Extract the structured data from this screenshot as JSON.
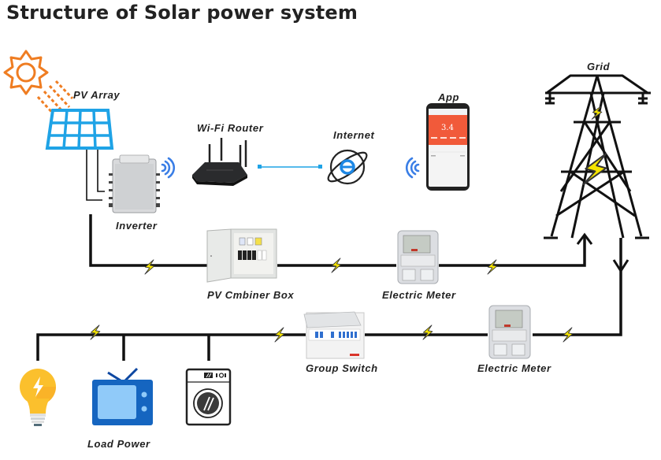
{
  "title": "Structure of Solar power system",
  "labels": {
    "pv_array": "PV Array",
    "inverter": "Inverter",
    "wifi_router": "Wi-Fi Router",
    "internet": "Internet",
    "app": "App",
    "grid": "Grid",
    "combiner_box": "PV Cmbiner Box",
    "meter_top": "Electric Meter",
    "group_switch": "Group Switch",
    "meter_bottom": "Electric Meter",
    "load_power": "Load Power"
  },
  "app_screen": {
    "value": "3.4"
  },
  "colors": {
    "sun": "#ef7d22",
    "panel": "#1fa3e6",
    "wire": "#111111",
    "bolt": "#f5e400",
    "wifi": "#3a7ee6",
    "app_header": "#f15a3a",
    "tv": "#1565c0",
    "bulb": "#fbc02d"
  },
  "nodes": [
    {
      "id": "sun",
      "name": "Sun"
    },
    {
      "id": "pv_array",
      "name": "PV Array"
    },
    {
      "id": "inverter",
      "name": "Inverter"
    },
    {
      "id": "wifi_router",
      "name": "Wi-Fi Router"
    },
    {
      "id": "internet",
      "name": "Internet"
    },
    {
      "id": "app",
      "name": "App"
    },
    {
      "id": "grid",
      "name": "Grid"
    },
    {
      "id": "combiner_box",
      "name": "PV Cmbiner Box"
    },
    {
      "id": "meter_top",
      "name": "Electric Meter"
    },
    {
      "id": "group_switch",
      "name": "Group Switch"
    },
    {
      "id": "meter_bottom",
      "name": "Electric Meter"
    },
    {
      "id": "light_bulb",
      "name": "Light Bulb"
    },
    {
      "id": "tv",
      "name": "TV"
    },
    {
      "id": "washing_machine",
      "name": "Washing Machine"
    }
  ],
  "edges": [
    {
      "from": "sun",
      "to": "pv_array"
    },
    {
      "from": "pv_array",
      "to": "inverter"
    },
    {
      "from": "inverter",
      "to": "wifi_router",
      "type": "wireless"
    },
    {
      "from": "wifi_router",
      "to": "internet"
    },
    {
      "from": "internet",
      "to": "app",
      "type": "wireless"
    },
    {
      "from": "inverter",
      "to": "combiner_box",
      "type": "power"
    },
    {
      "from": "combiner_box",
      "to": "meter_top",
      "type": "power"
    },
    {
      "from": "meter_top",
      "to": "grid",
      "type": "power"
    },
    {
      "from": "grid",
      "to": "meter_bottom",
      "type": "power"
    },
    {
      "from": "meter_bottom",
      "to": "group_switch",
      "type": "power"
    },
    {
      "from": "group_switch",
      "to": "light_bulb",
      "type": "power"
    },
    {
      "from": "group_switch",
      "to": "tv",
      "type": "power"
    },
    {
      "from": "group_switch",
      "to": "washing_machine",
      "type": "power"
    }
  ]
}
